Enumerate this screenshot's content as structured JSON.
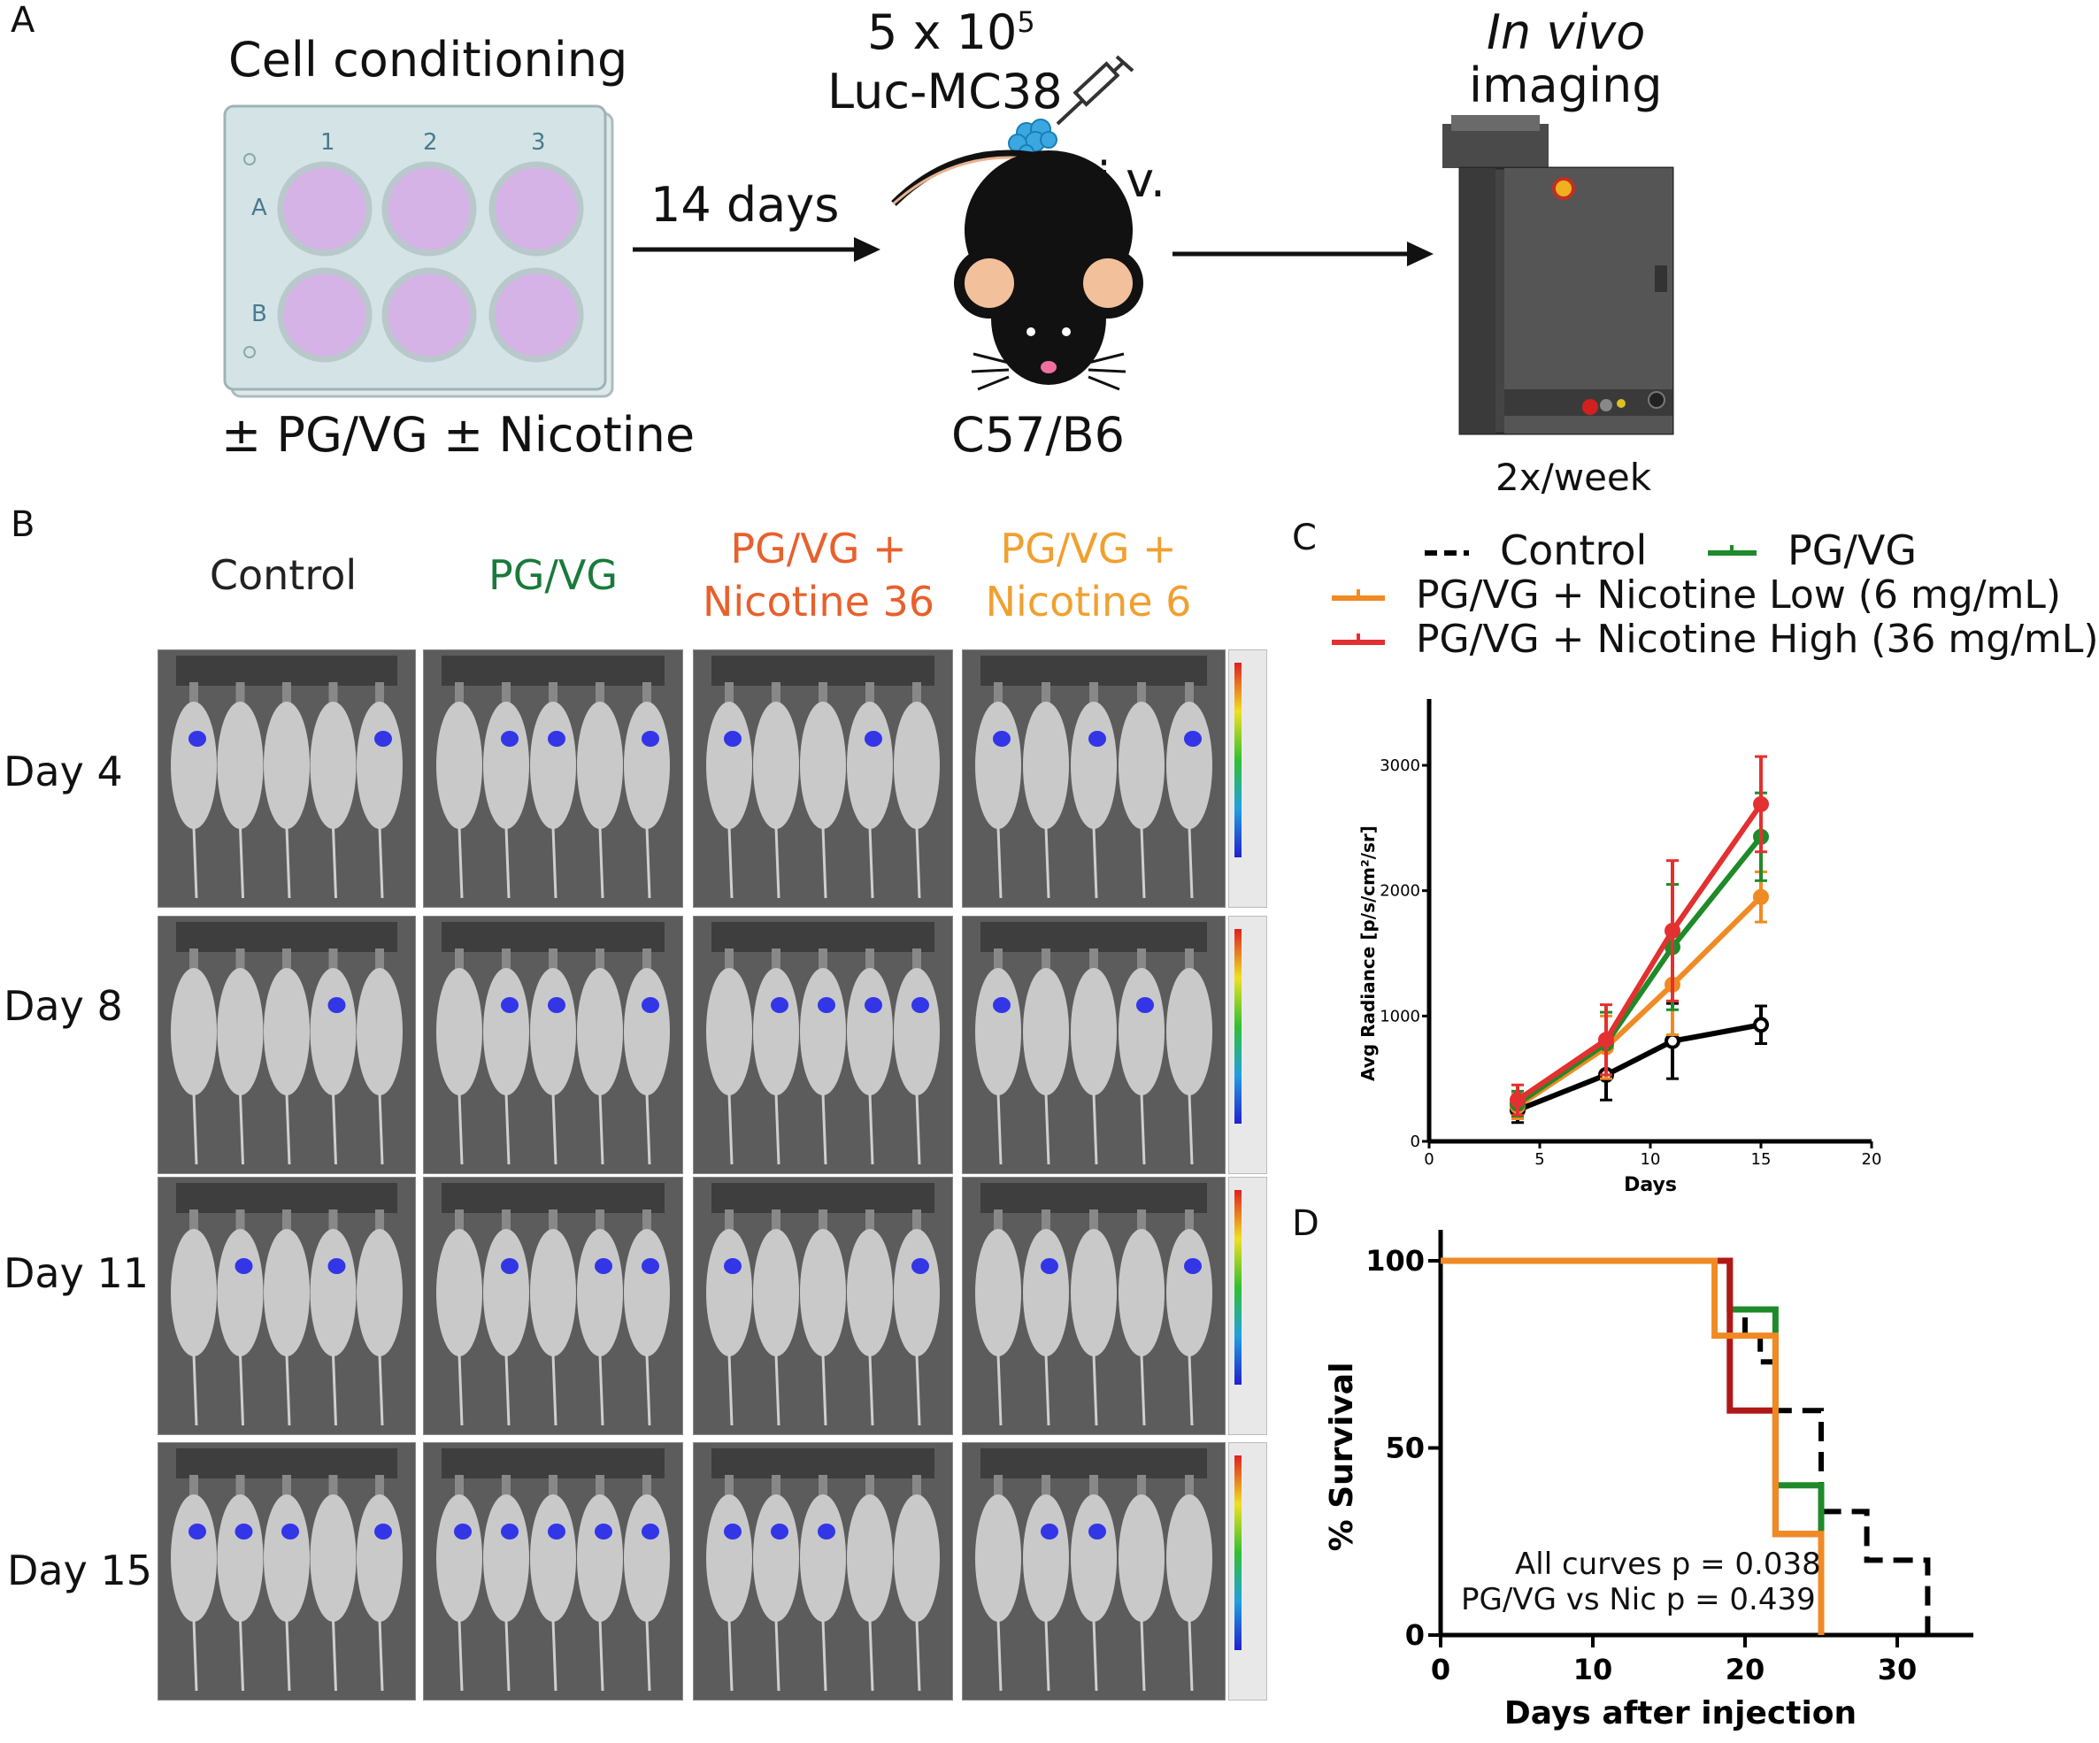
{
  "panels": {
    "A": {
      "letter": "A",
      "plate_title": "Cell conditioning",
      "plate_cols": [
        "1",
        "2",
        "3"
      ],
      "plate_rows": [
        "A",
        "B"
      ],
      "plate_caption": "± PG/VG ± Nicotine",
      "arrow1_label": "14 days",
      "dose_line1": "5 x 10",
      "dose_exp": "5",
      "dose_line2": "Luc-MC38",
      "route": "i.v.",
      "mouse_strain": "C57/B6",
      "imaging_title_italic": "In vivo",
      "imaging_title": "imaging",
      "imaging_freq": "2x/week"
    },
    "B": {
      "letter": "B",
      "groups": [
        {
          "line1": "Control",
          "line2": "",
          "color": "#222222"
        },
        {
          "line1": "PG/VG",
          "line2": "",
          "color": "#1a7a3a"
        },
        {
          "line1": "PG/VG +",
          "line2": "Nicotine 36",
          "color": "#e8602c"
        },
        {
          "line1": "PG/VG +",
          "line2": "Nicotine 6",
          "color": "#f0a030"
        }
      ],
      "days": [
        "Day 4",
        "Day 8",
        "Day 11",
        "Day 15"
      ]
    },
    "C": {
      "letter": "C",
      "legend": [
        {
          "label": "Control",
          "color": "#000000",
          "dash": true
        },
        {
          "label": "PG/VG",
          "color": "#1f8a2a",
          "dash": false
        },
        {
          "label": "PG/VG + Nicotine Low (6 mg/mL)",
          "color": "#f08a24",
          "dash": false
        },
        {
          "label": "PG/VG + Nicotine High (36 mg/mL)",
          "color": "#e33030",
          "dash": false
        }
      ]
    },
    "D": {
      "letter": "D",
      "annot1": "All curves p = 0.038",
      "annot2": "PG/VG vs Nic p = 0.439"
    }
  },
  "chart_data": [
    {
      "type": "line",
      "xlabel": "Days",
      "ylabel": "Avg Radiance [p/s/cm²/sr]",
      "xlim": [
        0,
        20
      ],
      "ylim": [
        0,
        3000
      ],
      "xticks": [
        "0",
        "5",
        "10",
        "15",
        "20"
      ],
      "yticks": [
        "0",
        "1000",
        "2000",
        "3000"
      ],
      "x": [
        4,
        8,
        11,
        15
      ],
      "series": [
        {
          "name": "Control",
          "color": "#000000",
          "values": [
            250,
            530,
            800,
            930
          ],
          "err": [
            100,
            200,
            300,
            150
          ]
        },
        {
          "name": "PG/VG",
          "color": "#1f8a2a",
          "values": [
            300,
            780,
            1550,
            2430
          ],
          "err": [
            100,
            250,
            500,
            350
          ]
        },
        {
          "name": "PG/VG + Nicotine Low (6 mg/mL)",
          "color": "#f08a24",
          "values": [
            280,
            750,
            1250,
            1950
          ],
          "err": [
            100,
            250,
            400,
            200
          ]
        },
        {
          "name": "PG/VG + Nicotine High (36 mg/mL)",
          "color": "#e33030",
          "values": [
            330,
            810,
            1680,
            2690
          ],
          "err": [
            120,
            280,
            560,
            380
          ]
        }
      ]
    },
    {
      "type": "line",
      "xlabel": "Days after injection",
      "ylabel": "% Survival",
      "xlim": [
        0,
        35
      ],
      "ylim": [
        0,
        100
      ],
      "xticks": [
        "0",
        "10",
        "20",
        "30"
      ],
      "yticks": [
        "0",
        "50",
        "100"
      ],
      "series": [
        {
          "name": "Control",
          "color": "#000000",
          "dash": true,
          "steps": [
            [
              0,
              100
            ],
            [
              19,
              100
            ],
            [
              19,
              87
            ],
            [
              20,
              87
            ],
            [
              20,
              80
            ],
            [
              21,
              80
            ],
            [
              21,
              73
            ],
            [
              22,
              73
            ],
            [
              22,
              60
            ],
            [
              25,
              60
            ],
            [
              25,
              33
            ],
            [
              28,
              33
            ],
            [
              28,
              20
            ],
            [
              32,
              20
            ],
            [
              32,
              0
            ]
          ]
        },
        {
          "name": "PG/VG",
          "color": "#1f8a2a",
          "dash": false,
          "steps": [
            [
              0,
              100
            ],
            [
              19,
              100
            ],
            [
              19,
              87
            ],
            [
              22,
              87
            ],
            [
              22,
              40
            ],
            [
              25,
              40
            ],
            [
              25,
              0
            ]
          ]
        },
        {
          "name": "PG/VG + Nicotine High (36 mg/mL)",
          "color": "#b01818",
          "dash": false,
          "steps": [
            [
              0,
              100
            ],
            [
              19,
              100
            ],
            [
              19,
              60
            ],
            [
              22,
              60
            ],
            [
              22,
              27
            ],
            [
              25,
              27
            ],
            [
              25,
              0
            ]
          ]
        },
        {
          "name": "PG/VG + Nicotine Low (6 mg/mL)",
          "color": "#f08a24",
          "dash": false,
          "steps": [
            [
              0,
              100
            ],
            [
              18,
              100
            ],
            [
              18,
              80
            ],
            [
              22,
              80
            ],
            [
              22,
              27
            ],
            [
              25,
              27
            ],
            [
              25,
              0
            ]
          ]
        }
      ]
    }
  ]
}
